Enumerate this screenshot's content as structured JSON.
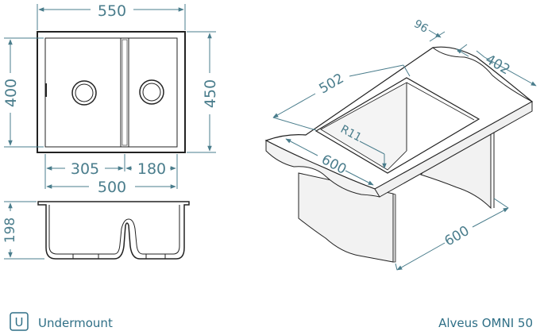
{
  "top_view": {
    "width_outer": "550",
    "height_inner": "400",
    "height_outer": "450",
    "width_left_bowl": "305",
    "width_right_bowl": "180",
    "width_inner": "500"
  },
  "side_view": {
    "depth": "198"
  },
  "iso_view": {
    "d_96": "96",
    "d_402": "402",
    "d_502": "502",
    "radius": "R11",
    "d_600_top": "600",
    "d_600_bottom": "600"
  },
  "footer": {
    "mount_icon_letter": "U",
    "mount_label": "Undermount",
    "product_name": "Alveus OMNI 50"
  },
  "colors": {
    "dimension": "#4a7d8c",
    "outline": "#222222",
    "footer_text": "#2f6f86"
  }
}
